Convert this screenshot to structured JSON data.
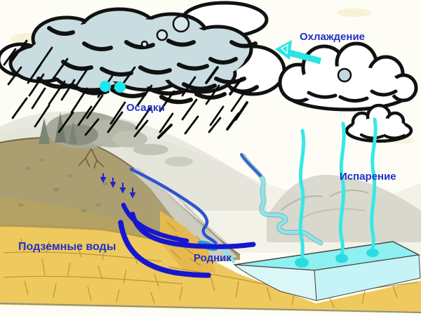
{
  "diagram": {
    "type": "water-cycle-illustration",
    "language": "ru",
    "labels": {
      "cooling": "Охлаждение",
      "precipitation": "Осадки",
      "evaporation": "Испарение",
      "groundwater": "Подземные воды",
      "spring": "Родник"
    },
    "colors": {
      "label_text": "#2230c8",
      "cyan_accent": "#2ce4e4",
      "dark_blue_groundwater": "#1616cf",
      "runoff_blue": "#2f55cc",
      "lake_surface": "#8ff0f2",
      "storm_cloud_fill": "#c9dde1",
      "soil_tan": "#ab9e70",
      "stone_yellow": "#eec95e"
    },
    "icons": [
      "storm-cloud-icon",
      "rain-icon",
      "cooling-arrow-icon",
      "white-cloud-icon",
      "evaporation-stream-icon",
      "lake-icon",
      "river-icon",
      "spring-icon",
      "groundwater-arc-icon",
      "infiltration-arrow-icon",
      "tree-icon"
    ]
  }
}
